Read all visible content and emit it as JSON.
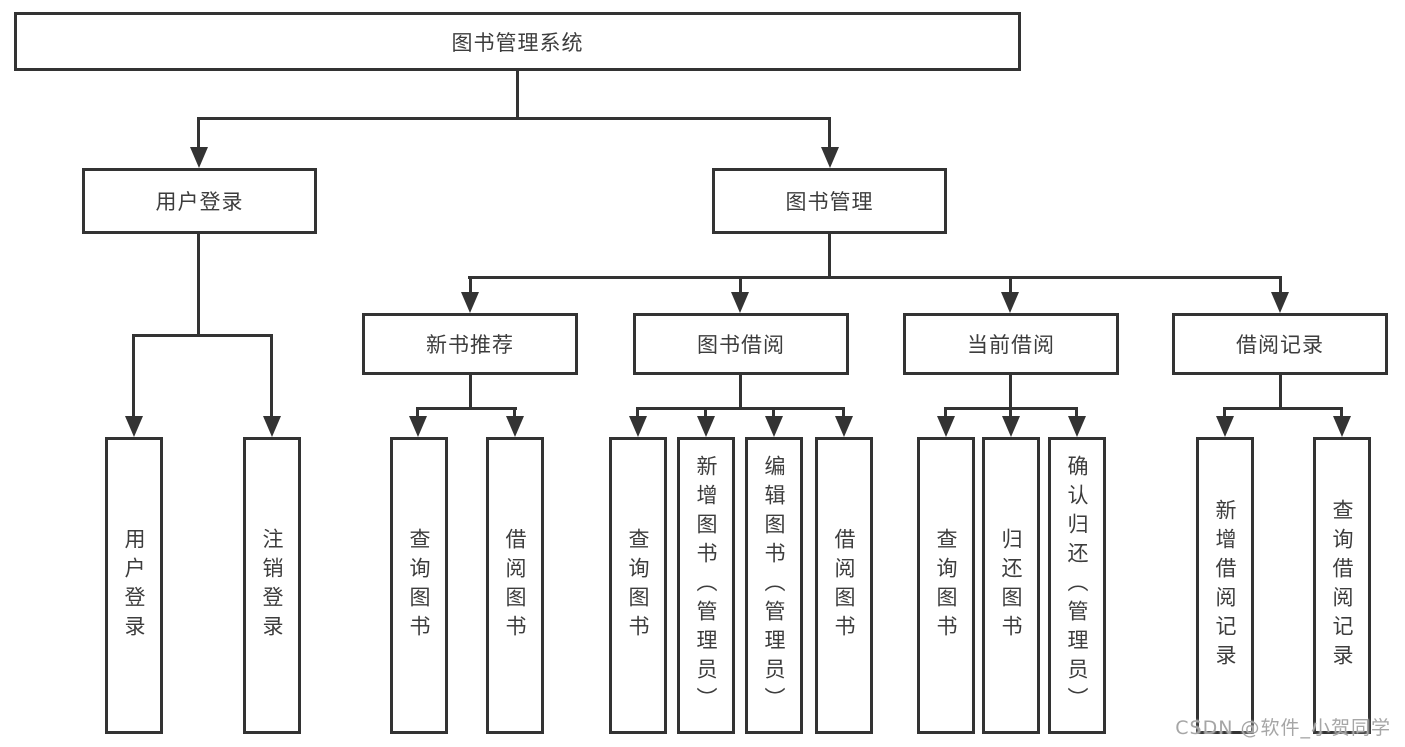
{
  "tree": {
    "label": "图书管理系统",
    "children": [
      {
        "label": "用户登录",
        "children": [
          {
            "label": "用户登录"
          },
          {
            "label": "注销登录"
          }
        ]
      },
      {
        "label": "图书管理",
        "children": [
          {
            "label": "新书推荐",
            "children": [
              {
                "label": "查询图书"
              },
              {
                "label": "借阅图书"
              }
            ]
          },
          {
            "label": "图书借阅",
            "children": [
              {
                "label": "查询图书"
              },
              {
                "label": "新增图书（管理员）"
              },
              {
                "label": "编辑图书（管理员）"
              },
              {
                "label": "借阅图书"
              }
            ]
          },
          {
            "label": "当前借阅",
            "children": [
              {
                "label": "查询图书"
              },
              {
                "label": "归还图书"
              },
              {
                "label": "确认归还（管理员）"
              }
            ]
          },
          {
            "label": "借阅记录",
            "children": [
              {
                "label": "新增借阅记录"
              },
              {
                "label": "查询借阅记录"
              }
            ]
          }
        ]
      }
    ]
  },
  "watermark": "CSDN @软件_小贺同学",
  "colors": {
    "line": "#333333",
    "text": "#3d3d3d",
    "watermark": "#a6a6a6",
    "background": "#ffffff"
  }
}
